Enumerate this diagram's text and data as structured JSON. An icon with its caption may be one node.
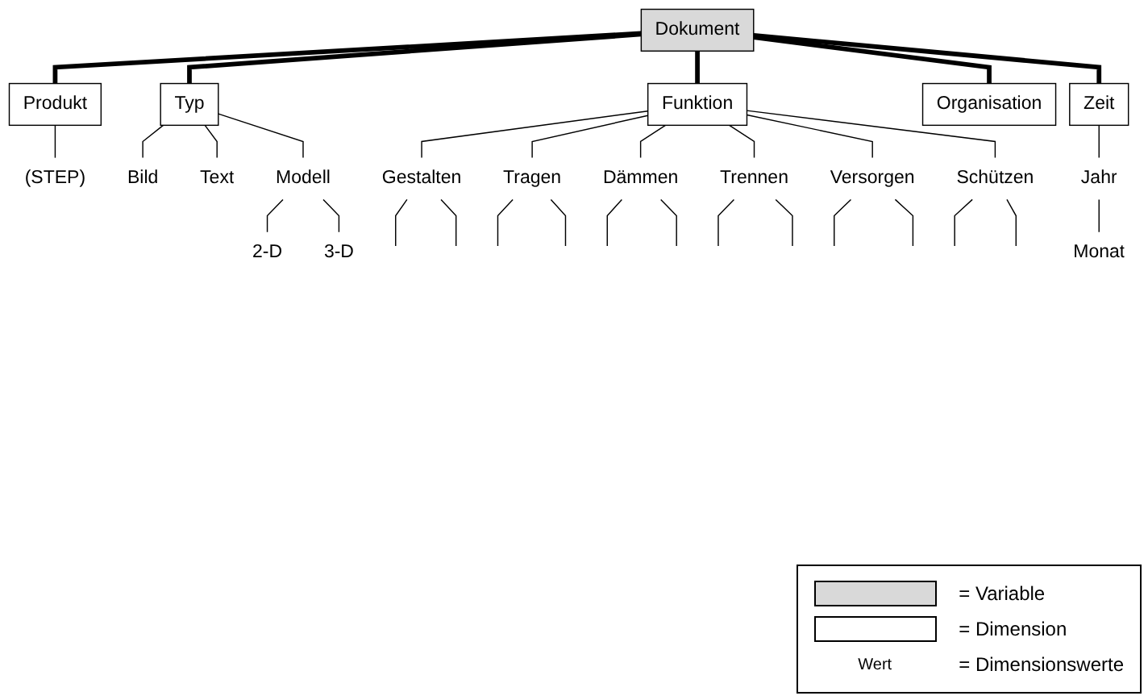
{
  "diagram": {
    "nodes": [
      {
        "text": [
          "Dokument"
        ]
      },
      {
        "text": [
          "Produkt"
        ]
      },
      {
        "text": [
          "Typ"
        ]
      },
      {
        "text": [
          "Funktion"
        ]
      },
      {
        "text": [
          "Organisation"
        ]
      },
      {
        "text": [
          "Zeit"
        ]
      },
      {
        "text": [
          "(STEP)"
        ]
      },
      {
        "text": [
          "Bild"
        ]
      },
      {
        "text": [
          "Text"
        ]
      },
      {
        "text": [
          "Modell"
        ]
      },
      {
        "text": [
          "2-D"
        ]
      },
      {
        "text": [
          "3-D"
        ]
      },
      {
        "text": [
          "Gestalten"
        ]
      },
      {
        "text": [
          "Tragen"
        ]
      },
      {
        "text": [
          "Dämmen"
        ]
      },
      {
        "text": [
          "Trennen"
        ]
      },
      {
        "text": [
          "Versorgen"
        ]
      },
      {
        "text": [
          "Schützen"
        ]
      },
      {
        "text": [
          "Jahr"
        ]
      },
      {
        "text": [
          "Monat"
        ]
      }
    ],
    "edges": [
      {
        "from": 0,
        "to": 1,
        "arrow": "none",
        "style": "thick"
      },
      {
        "from": 0,
        "to": 2,
        "arrow": "none",
        "style": "thick"
      },
      {
        "from": 0,
        "to": 3,
        "arrow": "none",
        "style": "thick"
      },
      {
        "from": 0,
        "to": 4,
        "arrow": "none",
        "style": "thick"
      },
      {
        "from": 0,
        "to": 5,
        "arrow": "none",
        "style": "thick"
      },
      {
        "from": 1,
        "to": 6,
        "arrow": "none"
      },
      {
        "from": 2,
        "to": 7,
        "arrow": "none"
      },
      {
        "from": 2,
        "to": 8,
        "arrow": "none"
      },
      {
        "from": 2,
        "to": 9,
        "arrow": "none"
      },
      {
        "from": 9,
        "to": 10,
        "arrow": "none"
      },
      {
        "from": 9,
        "to": 11,
        "arrow": "none"
      },
      {
        "from": 3,
        "to": 12,
        "arrow": "none"
      },
      {
        "from": 3,
        "to": 13,
        "arrow": "none"
      },
      {
        "from": 3,
        "to": 14,
        "arrow": "none"
      },
      {
        "from": 3,
        "to": 15,
        "arrow": "none"
      },
      {
        "from": 3,
        "to": 16,
        "arrow": "none"
      },
      {
        "from": 3,
        "to": 17,
        "arrow": "none"
      },
      {
        "from": 5,
        "to": 18,
        "arrow": "none"
      },
      {
        "from": 18,
        "to": 19,
        "arrow": "none"
      },
      {
        "from": 12,
        "to": null,
        "arrow": "none"
      },
      {
        "from": 12,
        "to": null,
        "arrow": "none"
      },
      {
        "from": 13,
        "to": null,
        "arrow": "none"
      },
      {
        "from": 13,
        "to": null,
        "arrow": "none"
      },
      {
        "from": 14,
        "to": null,
        "arrow": "none"
      },
      {
        "from": 14,
        "to": null,
        "arrow": "none"
      },
      {
        "from": 15,
        "to": null,
        "arrow": "none"
      },
      {
        "from": 15,
        "to": null,
        "arrow": "none"
      },
      {
        "from": 16,
        "to": null,
        "arrow": "none"
      },
      {
        "from": 16,
        "to": null,
        "arrow": "none"
      },
      {
        "from": 17,
        "to": null,
        "arrow": "none"
      },
      {
        "from": 17,
        "to": null,
        "arrow": "none"
      }
    ],
    "labels": [
      "Wert"
    ],
    "legend": [
      {
        "text": "= Variable",
        "color": "#d9d9d9"
      },
      {
        "text": "= Dimension",
        "color": "#ffffff"
      },
      {
        "text": "= Dimensionswerte"
      }
    ]
  }
}
